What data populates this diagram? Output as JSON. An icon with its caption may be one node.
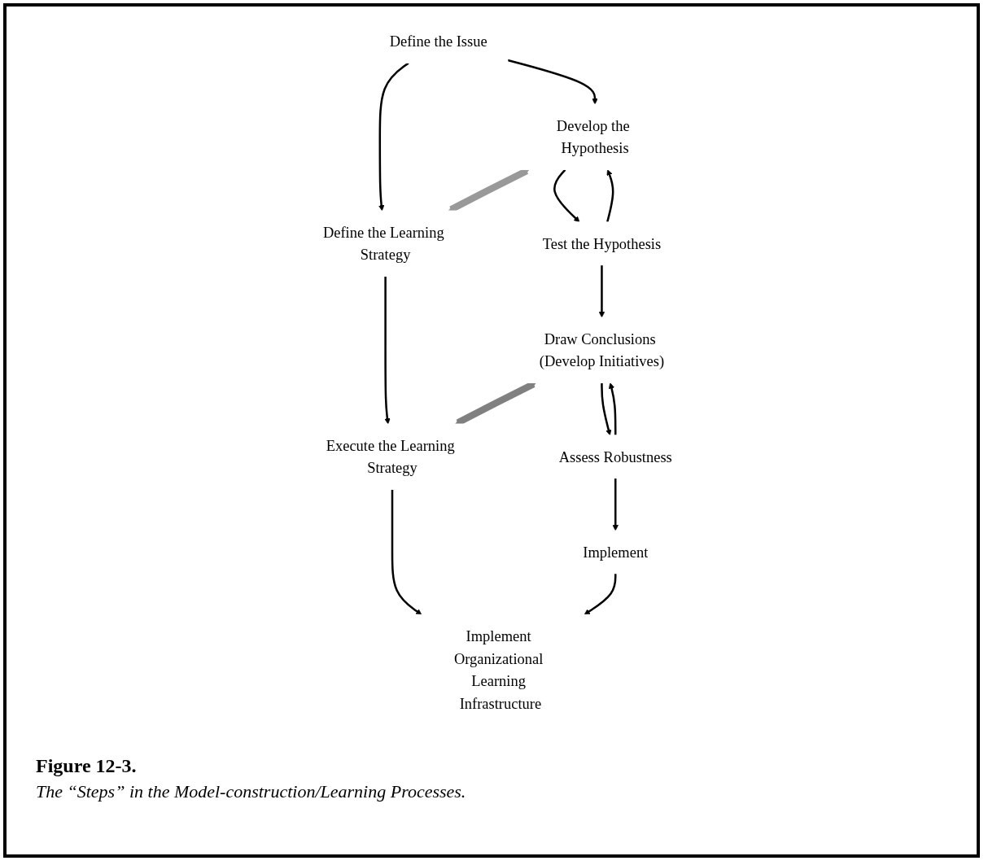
{
  "diagram": {
    "title": "Figure 12-3.",
    "caption": "The “Steps” in the Model-construction/Learning Processes.",
    "nodes": [
      {
        "text": [
          "Define the Issue"
        ]
      },
      {
        "text": [
          "Develop the Hypothesis"
        ]
      },
      {
        "text": [
          "Define the Learning Strategy"
        ]
      },
      {
        "text": [
          "Test the Hypothesis"
        ]
      },
      {
        "text": [
          "Draw Conclusions (Develop Initiatives)"
        ]
      },
      {
        "text": [
          "Execute the Learning Strategy"
        ]
      },
      {
        "text": [
          "Assess Robustness"
        ]
      },
      {
        "text": [
          "Implement"
        ]
      },
      {
        "text": [
          "Implement Organizational Learning Infrastructure"
        ]
      }
    ],
    "edges": [
      {
        "from": 0,
        "to": 1,
        "arrow": "to"
      },
      {
        "from": 0,
        "to": 2,
        "arrow": "to"
      },
      {
        "from": 1,
        "to": 3,
        "arrow": "to"
      },
      {
        "from": 3,
        "to": 1,
        "arrow": "to"
      },
      {
        "from": 1,
        "to": 2,
        "arrow": "both",
        "style": "thick",
        "color": "#999999"
      },
      {
        "from": 2,
        "to": 5,
        "arrow": "to"
      },
      {
        "from": 3,
        "to": 4,
        "arrow": "to"
      },
      {
        "from": 4,
        "to": 6,
        "arrow": "to"
      },
      {
        "from": 6,
        "to": 4,
        "arrow": "to"
      },
      {
        "from": 4,
        "to": 5,
        "arrow": "both",
        "style": "thick",
        "color": "#808080"
      },
      {
        "from": 6,
        "to": 7,
        "arrow": "to"
      },
      {
        "from": 5,
        "to": 8,
        "arrow": "to"
      },
      {
        "from": 7,
        "to": 8,
        "arrow": "to"
      }
    ]
  }
}
